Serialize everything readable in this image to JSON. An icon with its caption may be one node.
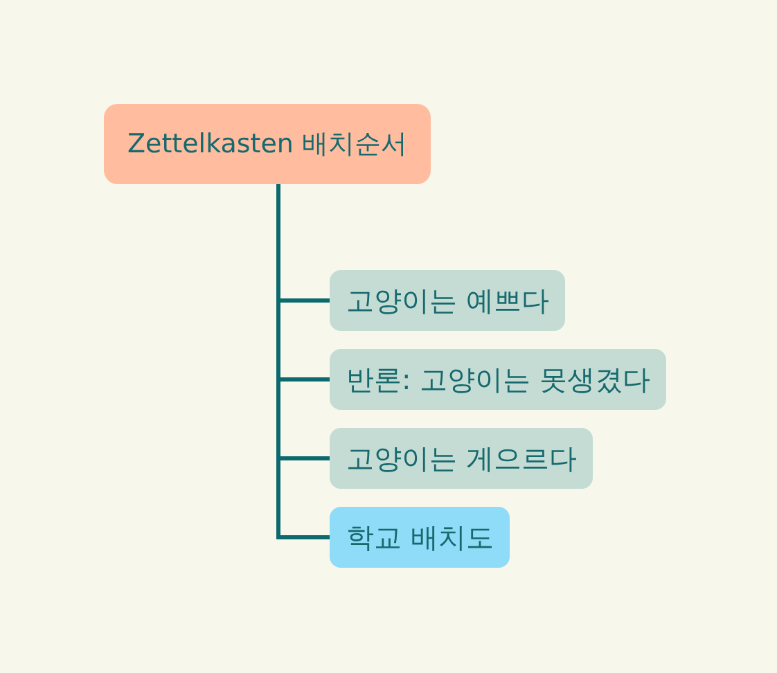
{
  "diagram": {
    "nodes": [
      {
        "text": [
          "Zettelkasten 배치순서"
        ]
      },
      {
        "text": [
          "고양이는 예쁘다"
        ]
      },
      {
        "text": [
          "반론: 고양이는 못생겼다"
        ]
      },
      {
        "text": [
          "고양이는 게으르다"
        ]
      },
      {
        "text": [
          "학교 배치도"
        ]
      }
    ],
    "edges": [
      {
        "from": 0,
        "to": 1,
        "arrow": "none"
      },
      {
        "from": 0,
        "to": 2,
        "arrow": "none"
      },
      {
        "from": 0,
        "to": 3,
        "arrow": "none"
      },
      {
        "from": 0,
        "to": 4,
        "arrow": "none"
      }
    ]
  }
}
